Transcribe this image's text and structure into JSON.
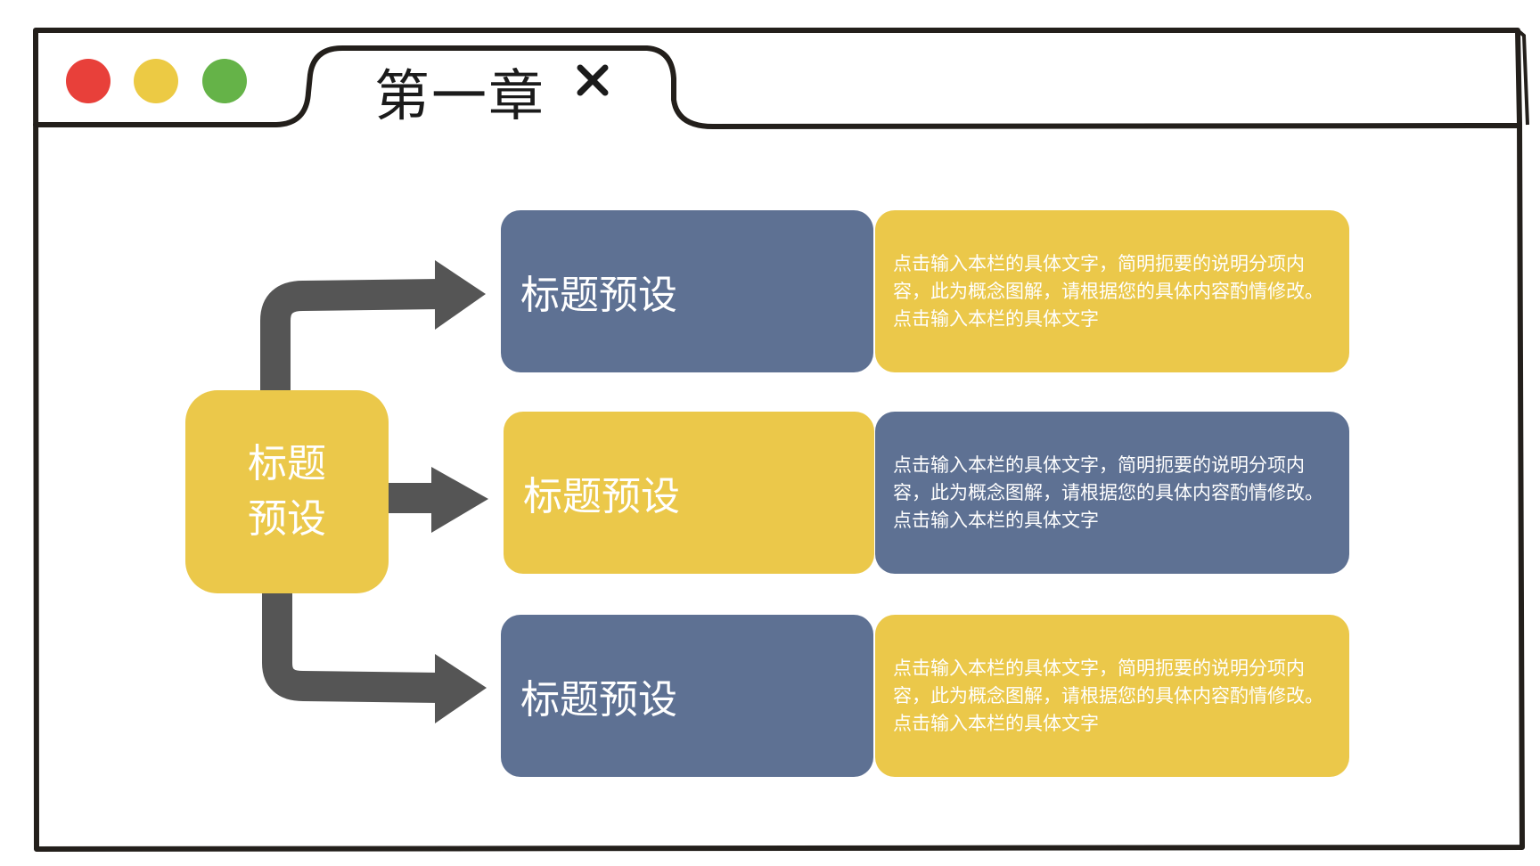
{
  "tab": {
    "title": "第一章",
    "close_icon": "close-icon"
  },
  "window_controls": [
    {
      "name": "close",
      "color": "#e8403a"
    },
    {
      "name": "minimize",
      "color": "#ecca44"
    },
    {
      "name": "maximize",
      "color": "#65b348"
    }
  ],
  "colors": {
    "blue": "#5e7193",
    "yellow": "#ebc84a",
    "arrow": "#555555",
    "frame": "#231f1b"
  },
  "center": {
    "label": "标题\n预设"
  },
  "rows": [
    {
      "title": "标题预设",
      "text": "点击输入本栏的具体文字，简明扼要的说明分项内容，此为概念图解，请根据您的具体内容酌情修改。点击输入本栏的具体文字",
      "title_color": "blue",
      "text_color": "yellow"
    },
    {
      "title": "标题预设",
      "text": "点击输入本栏的具体文字，简明扼要的说明分项内容，此为概念图解，请根据您的具体内容酌情修改。点击输入本栏的具体文字",
      "title_color": "yellow",
      "text_color": "blue"
    },
    {
      "title": "标题预设",
      "text": "点击输入本栏的具体文字，简明扼要的说明分项内容，此为概念图解，请根据您的具体内容酌情修改。点击输入本栏的具体文字",
      "title_color": "blue",
      "text_color": "yellow"
    }
  ]
}
